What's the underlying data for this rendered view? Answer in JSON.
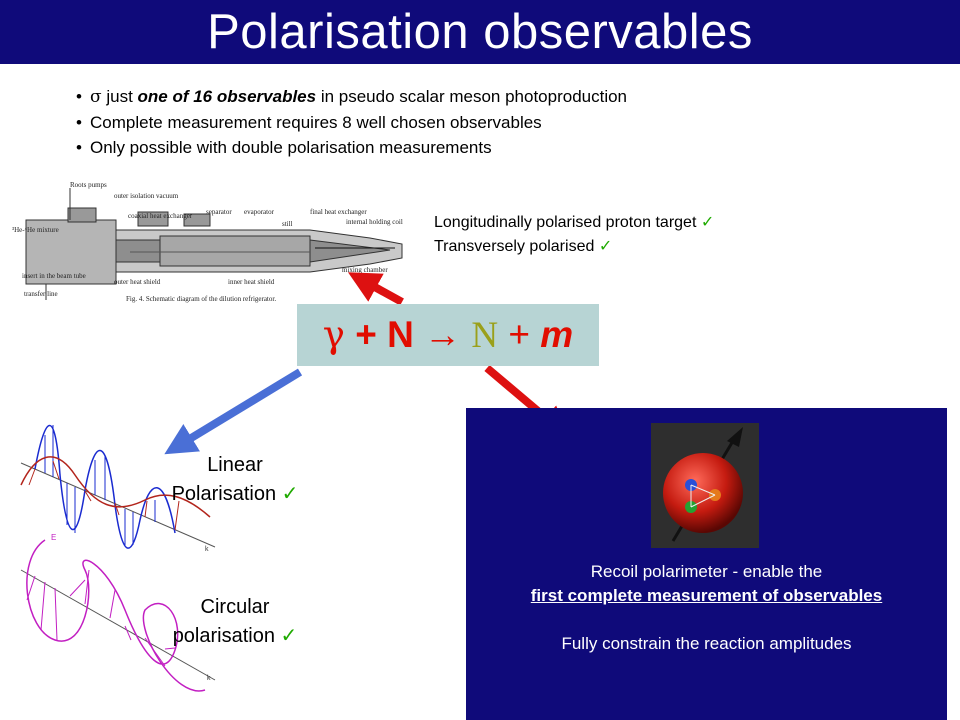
{
  "title": "Polarisation observables",
  "bullets": {
    "b1": {
      "pre": " just ",
      "bold": "one of 16 observables",
      "post": " in pseudo scalar meson photoproduction"
    },
    "b2": "Complete measurement requires 8 well chosen observables",
    "b3": "Only possible with double polarisation measurements"
  },
  "target": {
    "line1": "Longitudinally polarised proton target",
    "line2": "Transversely polarised"
  },
  "reaction": {
    "gamma": "γ",
    "plus1": " + ",
    "N": "N",
    "arrow": " → ",
    "N2": "N",
    "plus2": " + ",
    "m": "m"
  },
  "linear": {
    "line1": "Linear",
    "line2": "Polarisation"
  },
  "circular": {
    "line1": "Circular",
    "line2": "polarisation"
  },
  "recoil": {
    "line1": "Recoil polarimeter - enable the",
    "line2": "first complete measurement of observables",
    "line3": "Fully constrain the reaction amplitudes"
  },
  "diagram": {
    "roots_pumps": "Roots pumps",
    "outer_isolation_vacuum": "outer isolation vacuum",
    "coaxial_heat_exchanger": "coaxial heat exchanger",
    "separator": "separator",
    "evaporator": "evaporator",
    "still": "still",
    "final_heat_exchanger": "final heat exchanger",
    "internal_holding_coil": "internal holding coil",
    "he_mixture": "³He-⁴He mixture",
    "insert_beam_tube": "insert in the beam tube",
    "mixing_chamber": "mixing chamber",
    "inner_heat_shield": "inner heat shield",
    "outer_heat_shield": "outer heat shield",
    "transfer_line": "transfer line",
    "caption": "Fig. 4. Schematic diagram of the dilution refrigerator."
  },
  "wave_labels": {
    "e": "E",
    "k1": "k",
    "k2": "k"
  },
  "symbols": {
    "sigma": "σ",
    "bullet": "•",
    "check": "✓"
  },
  "colors": {
    "title_bg": "#0f0a7a",
    "check": "#1faa00",
    "reaction_red": "#e10d00",
    "arrow_blue": "#4a6fd6",
    "arrow_red": "#dd1111"
  }
}
